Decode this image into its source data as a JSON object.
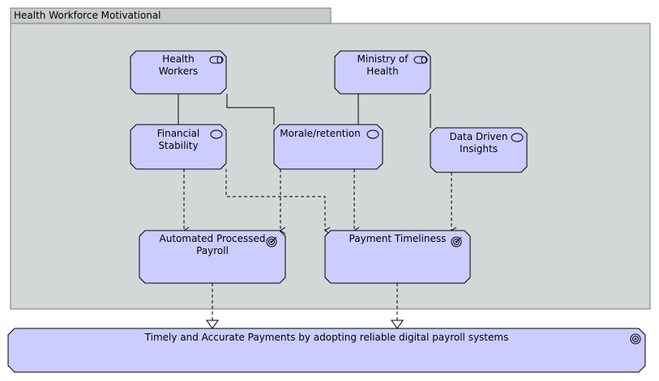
{
  "group": {
    "title": "Health Workforce Motivational"
  },
  "nodes": {
    "health_workers": {
      "label": "Health\nWorkers",
      "icon": "role-icon"
    },
    "ministry_of_health": {
      "label": "Ministry of\nHealth",
      "icon": "role-icon"
    },
    "financial_stability": {
      "label": "Financial\nStability",
      "icon": "driver-icon"
    },
    "morale_retention": {
      "label": "Morale/retention",
      "icon": "driver-icon"
    },
    "data_driven_insights": {
      "label": "Data Driven\nInsights",
      "icon": "driver-icon"
    },
    "automated_processed_payroll": {
      "label": "Automated Processed\nPayroll",
      "icon": "goal-icon"
    },
    "payment_timeliness": {
      "label": "Payment Timeliness",
      "icon": "goal-icon"
    },
    "timely_accurate_payments": {
      "label": "Timely and Accurate Payments by adopting reliable digital payroll systems",
      "icon": "goal-icon"
    }
  },
  "colors": {
    "node_fill": "#ccccff",
    "group_fill": "#d3d7d7",
    "tab_fill": "#c8cbcb",
    "stroke": "#000000"
  }
}
